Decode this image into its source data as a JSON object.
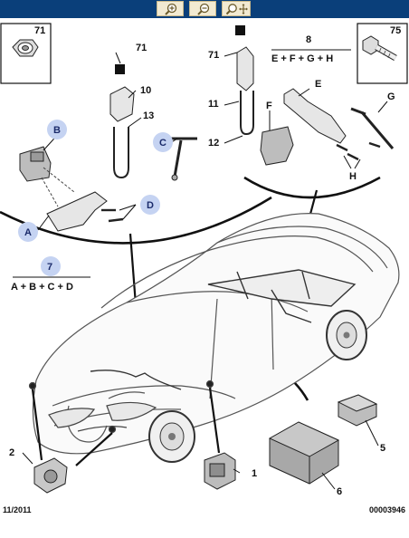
{
  "toolbar": {
    "zoom_in_icon": "magnifier-plus-icon",
    "zoom_out_icon": "magnifier-minus-icon",
    "pan_icon": "magnifier-move-icon"
  },
  "colors": {
    "toolbar_bg": "#0a3f7a",
    "callout_fill": "#c5d3f2",
    "callout_text": "#1b2b6b"
  },
  "callouts_numeric": {
    "c71_box": "71",
    "c75_box": "75",
    "c71_left": "71",
    "c10": "10",
    "c13": "13",
    "c71_right": "71",
    "c11": "11",
    "c12": "12",
    "c8": "8",
    "c1": "1",
    "c2": "2",
    "c5": "5",
    "c6": "6"
  },
  "formulas": {
    "f8": "E + F + G + H",
    "f7": "A + B + C + D"
  },
  "circle_callouts": {
    "b": "B",
    "c": "C",
    "d": "D",
    "a": "A",
    "seven": "7"
  },
  "letters": {
    "e": "E",
    "f": "F",
    "g": "G",
    "h": "H"
  },
  "footer": {
    "date": "11/2011",
    "ref": "00003946"
  }
}
